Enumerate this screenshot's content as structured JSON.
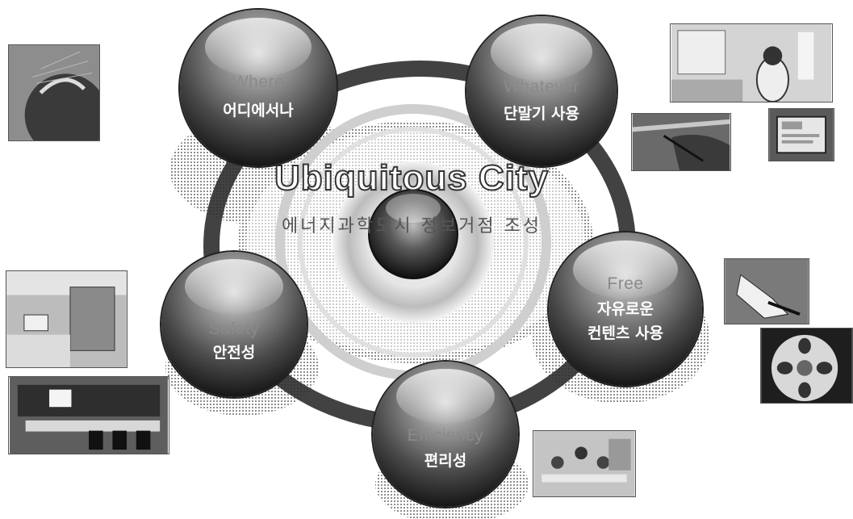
{
  "title": "Ubiquitous City",
  "subtitle": "에너지과학도시 정보거점 조성",
  "nodes": [
    {
      "en": "Where",
      "ko": "어디에서나"
    },
    {
      "en": "Whatever",
      "ko": "단말기 사용"
    },
    {
      "en": "Free",
      "ko": "자유로운\n컨텐츠 사용"
    },
    {
      "en": "Efficiency",
      "ko": "편리성"
    },
    {
      "en": "Safety",
      "ko": "안전성"
    }
  ],
  "photos": [
    {
      "subject": "globe-with-shrimp"
    },
    {
      "subject": "robot-in-living-room"
    },
    {
      "subject": "hand-with-stylus"
    },
    {
      "subject": "touch-screen-panel"
    },
    {
      "subject": "sneaker"
    },
    {
      "subject": "car-wheel"
    },
    {
      "subject": "family-at-table"
    },
    {
      "subject": "kitchen-appliances"
    },
    {
      "subject": "control-room"
    }
  ],
  "colors": {
    "sphere_dark": "#161616",
    "ring": "#2e2e2e",
    "background": "#ffffff",
    "node_label": "#ffffff",
    "node_english": "#8a8a8a"
  }
}
